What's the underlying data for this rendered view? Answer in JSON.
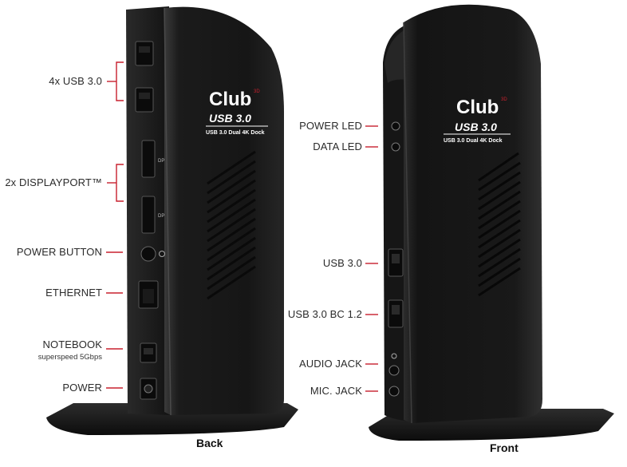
{
  "brand": {
    "logo": "Club",
    "logo_superscript": "3D"
  },
  "device_text": {
    "model": "USB 3.0",
    "subtitle": "USB 3.0 Dual 4K Dock"
  },
  "back": {
    "caption": "Back",
    "labels": {
      "usb": "4x USB 3.0",
      "displayport": "2x DISPLAYPORT™",
      "power_button": "POWER BUTTON",
      "ethernet": "ETHERNET",
      "notebook": "NOTEBOOK",
      "notebook_sub": "superspeed 5Gbps",
      "power": "POWER"
    },
    "port_marks": {
      "dp1": "DP",
      "dp2": "DP"
    }
  },
  "front": {
    "caption": "Front",
    "labels": {
      "power_led": "POWER LED",
      "data_led": "DATA LED",
      "usb": "USB 3.0",
      "usb_bc": "USB 3.0 BC 1.2",
      "audio": "AUDIO JACK",
      "mic": "MIC. JACK"
    }
  },
  "colors": {
    "leader_line": "#c8202e",
    "device_body": "#1c1c1c",
    "logo_accent": "#c8202e"
  }
}
